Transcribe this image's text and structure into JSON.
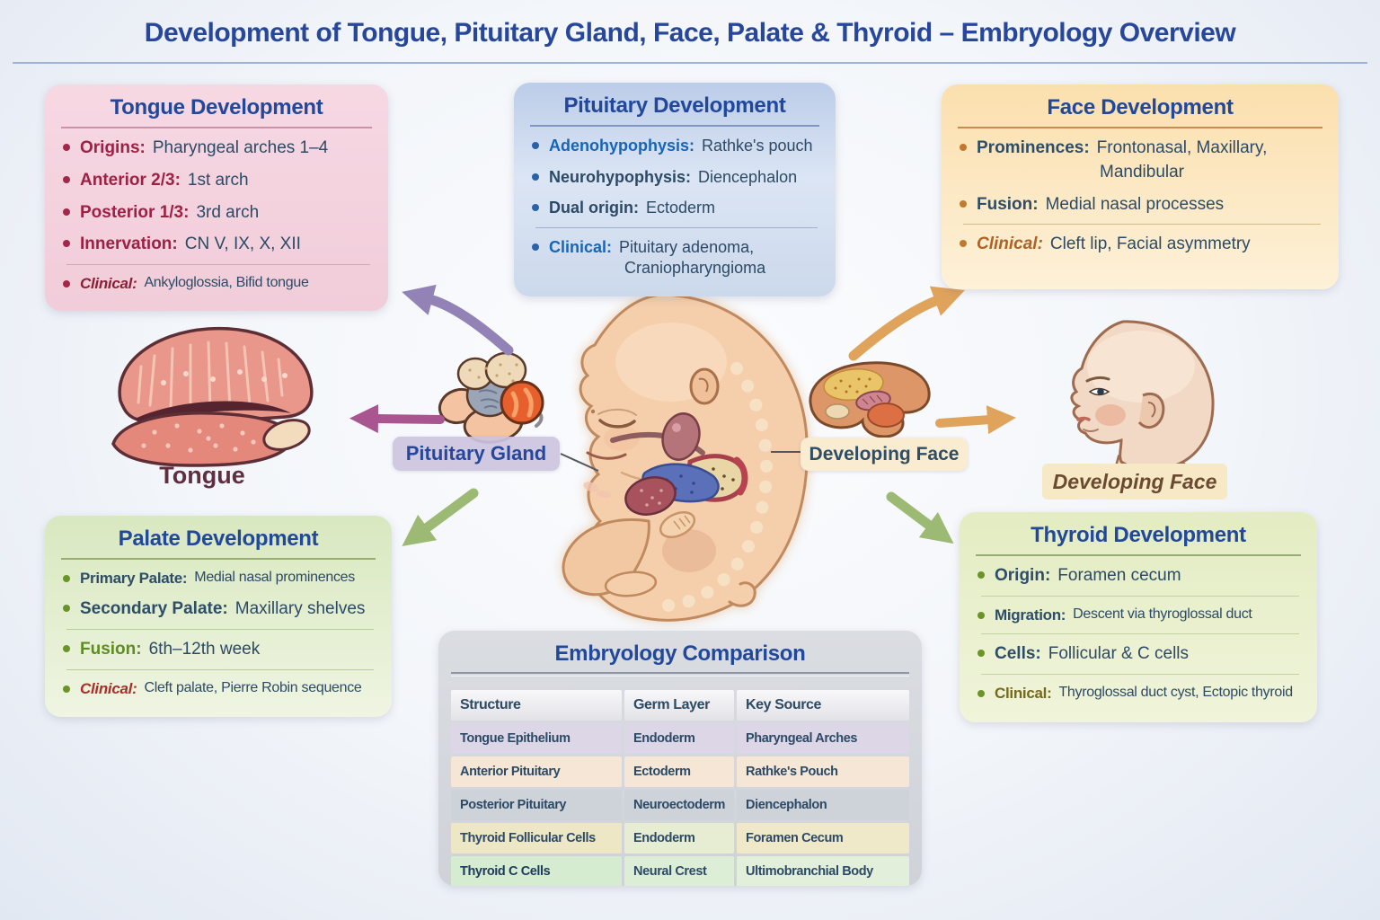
{
  "title": "Development of Tongue, Pituitary Gland, Face, Palate & Thyroid – Embryology Overview",
  "boxes": {
    "tongue": {
      "title": "Tongue Development",
      "bullets": [
        {
          "label": "Origins:",
          "text": "Pharyngeal arches 1–4"
        },
        {
          "label": "Anterior 2/3:",
          "text": "1st arch"
        },
        {
          "label": "Posterior 1/3:",
          "text": "3rd arch"
        },
        {
          "label": "Innervation:",
          "text": "CN V, IX, X, XII"
        },
        {
          "label": "Clinical:",
          "text": "Ankyloglossia, Bifid tongue"
        }
      ]
    },
    "pituitary": {
      "title": "Pituitary Development",
      "bullets": [
        {
          "label": "Adenohypophysis:",
          "text": "Rathke's pouch"
        },
        {
          "label": "Neurohypophysis:",
          "text": "Diencephalon"
        },
        {
          "label": "Dual origin:",
          "text": "Ectoderm"
        },
        {
          "label": "Clinical:",
          "text": "Pituitary adenoma,",
          "text2": "Craniopharyngioma"
        }
      ]
    },
    "face": {
      "title": "Face Development",
      "bullets": [
        {
          "label": "Prominences:",
          "text": "Frontonasal,  Maxillary,",
          "text2": "Mandibular"
        },
        {
          "label": "Fusion:",
          "text": "Medial nasal processes"
        },
        {
          "label": "Clinical:",
          "text": "Cleft lip, Facial asymmetry"
        }
      ]
    },
    "palate": {
      "title": "Palate Development",
      "bullets": [
        {
          "label": "Primary Palate:",
          "text": "Medial nasal prominences"
        },
        {
          "label": "Secondary Palate:",
          "text": "Maxillary shelves"
        },
        {
          "label": "Fusion:",
          "text": "6th–12th week"
        },
        {
          "label": "Clinical:",
          "text": "Cleft palate, Pierre Robin sequence"
        }
      ]
    },
    "thyroid": {
      "title": "Thyroid Development",
      "bullets": [
        {
          "label": "Origin:",
          "text": "Foramen cecum"
        },
        {
          "label": "Migration:",
          "text": "Descent via thyroglossal duct"
        },
        {
          "label": "Cells:",
          "text": "Follicular & C cells"
        },
        {
          "label": "Clinical:",
          "text": "Thyroglossal duct cyst, Ectopic thyroid"
        }
      ]
    }
  },
  "comparison": {
    "title": "Embryology Comparison",
    "headers": [
      "Structure",
      "Germ Layer",
      "Key Source"
    ],
    "rows": [
      [
        "Tongue Epithelium",
        "Endoderm",
        "Pharyngeal Arches"
      ],
      [
        "Anterior Pituitary",
        "Ectoderm",
        "Rathke's Pouch"
      ],
      [
        "Posterior Pituitary",
        "Neuroectoderm",
        "Diencephalon"
      ],
      [
        "Thyroid Follicular Cells",
        "Endoderm",
        "Foramen Cecum"
      ],
      [
        "Thyroid C Cells",
        "Neural Crest",
        "Ultimobranchial Body"
      ]
    ]
  },
  "labels": {
    "tongue": "Tongue",
    "pituitary_gland": "Pituitary Gland",
    "developing_face": "Developing Face",
    "developing_face_italic": "Developing Face"
  },
  "palette": {
    "title_blue": "#27479b",
    "slate_text": "#2c4a66",
    "maroon_label": "#9c2144",
    "blue_label": "#1565b8",
    "green_label": "#5f8c21",
    "red_clinical": "#a83028",
    "orange_clinical": "#b06224",
    "olive_clinical": "#76691c",
    "arrow_purple": "#9282b6",
    "arrow_magenta": "#a85590",
    "arrow_green": "#9cba74",
    "arrow_orange": "#dfa35c"
  }
}
